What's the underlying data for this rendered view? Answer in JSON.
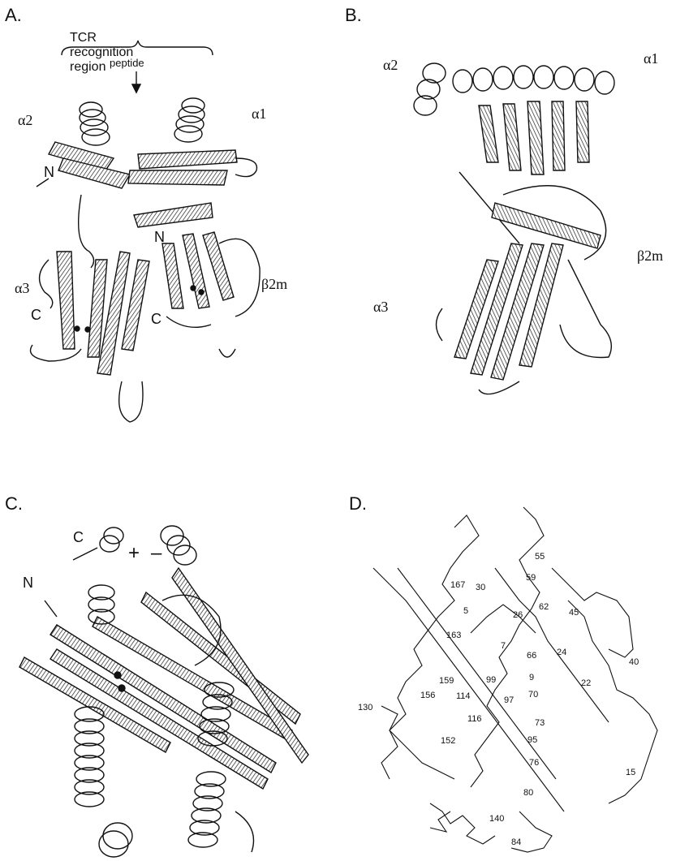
{
  "panel_a": {
    "letter": "A.",
    "tcr_label": "TCR recognition region",
    "peptide_label": "peptide",
    "alpha2": "α2",
    "alpha1": "α1",
    "alpha3": "α3",
    "beta2m": "β2m",
    "n_left": "N",
    "n_right": "N",
    "c_left": "C",
    "c_right": "C"
  },
  "panel_b": {
    "letter": "B.",
    "alpha2": "α2",
    "alpha1": "α1",
    "alpha3": "α3",
    "beta2m": "β2m"
  },
  "panel_c": {
    "letter": "C.",
    "c_term": "C",
    "n_term": "N",
    "plus": "+",
    "minus": "–"
  },
  "panel_d": {
    "letter": "D.",
    "residues": [
      "55",
      "167",
      "30",
      "59",
      "5",
      "26",
      "62",
      "45",
      "163",
      "7",
      "66",
      "24",
      "40",
      "159",
      "99",
      "9",
      "22",
      "70",
      "156",
      "114",
      "97",
      "130",
      "116",
      "73",
      "95",
      "152",
      "76",
      "15",
      "80",
      "140",
      "84"
    ]
  }
}
